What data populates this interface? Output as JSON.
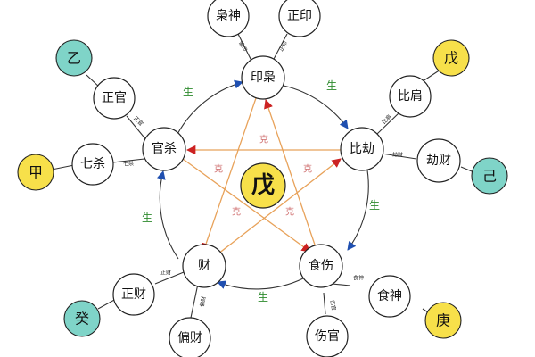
{
  "center": {
    "label": "戊",
    "color": "#f7e04a"
  },
  "ring": {
    "top": "印枭",
    "right": "比劫",
    "bottom_right": "食伤",
    "bottom_left": "财",
    "left": "官杀"
  },
  "outer": {
    "xiaoshen": "枭神",
    "zhengyin": "正印",
    "bijian": "比肩",
    "jiecai": "劫财",
    "shishen": "食神",
    "shangguan": "伤官",
    "piancai": "偏财",
    "zhengcai": "正财",
    "qisha": "七杀",
    "zhengguan": "正官"
  },
  "stems": {
    "yi": "乙",
    "wu": "戊",
    "ji": "己",
    "jia": "甲",
    "gui": "癸",
    "geng": "庚"
  },
  "colors": {
    "yellow_stem": "#f7e04a",
    "teal_stem": "#7fd4c8",
    "sheng_arrow": "#1f4fb0",
    "ke_line": "#e8a25a",
    "ke_arrow": "#cc2222"
  },
  "sheng_label": "生",
  "ke_label": "克",
  "link_labels": {
    "piancai_yin": "偏印",
    "zhengyin": "正印",
    "bijian": "比肩",
    "jiecai": "劫财",
    "shishen": "食神",
    "shangguan": "伤官",
    "piancai": "偏财",
    "zhengcai": "正财",
    "qisha": "七杀",
    "zhengguan": "正官"
  }
}
